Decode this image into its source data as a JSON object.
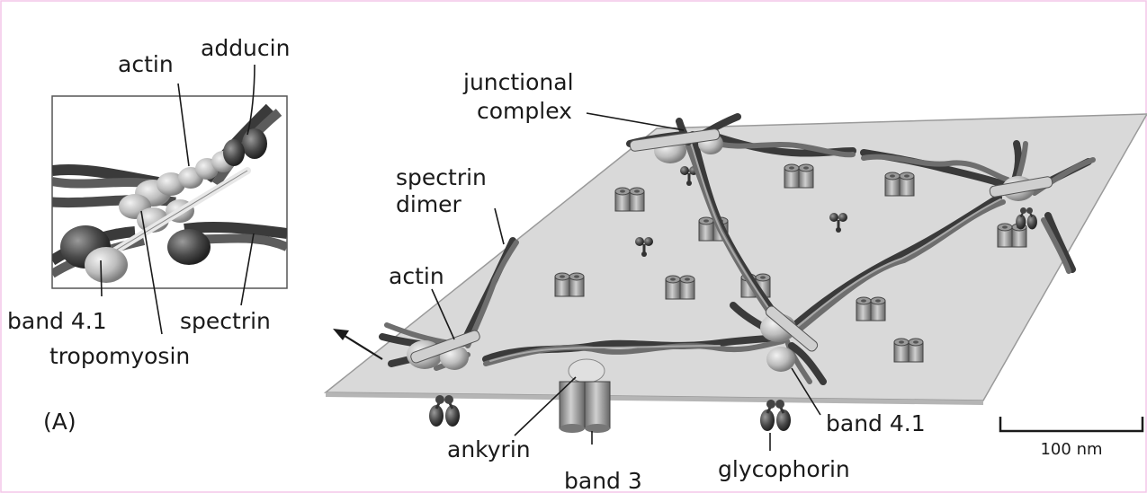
{
  "panel_label": "(A)",
  "inset": {
    "labels": {
      "actin": "actin",
      "adducin": "adducin",
      "band41": "band 4.1",
      "tropomyosin": "tropomyosin",
      "spectrin": "spectrin"
    }
  },
  "main": {
    "labels": {
      "junctional_complex_line1": "junctional",
      "junctional_complex_line2": "complex",
      "spectrin_dimer_line1": "spectrin",
      "spectrin_dimer_line2": "dimer",
      "actin": "actin",
      "ankyrin": "ankyrin",
      "band3": "band 3",
      "glycophorin": "glycophorin",
      "band41": "band 4.1"
    }
  },
  "scale_bar": {
    "label": "100 nm"
  },
  "colors": {
    "border": "#f4c6e8",
    "membrane": "#d9d9d9",
    "protein_dark": "#3a3a3a",
    "protein_light": "#bdbdbd"
  }
}
